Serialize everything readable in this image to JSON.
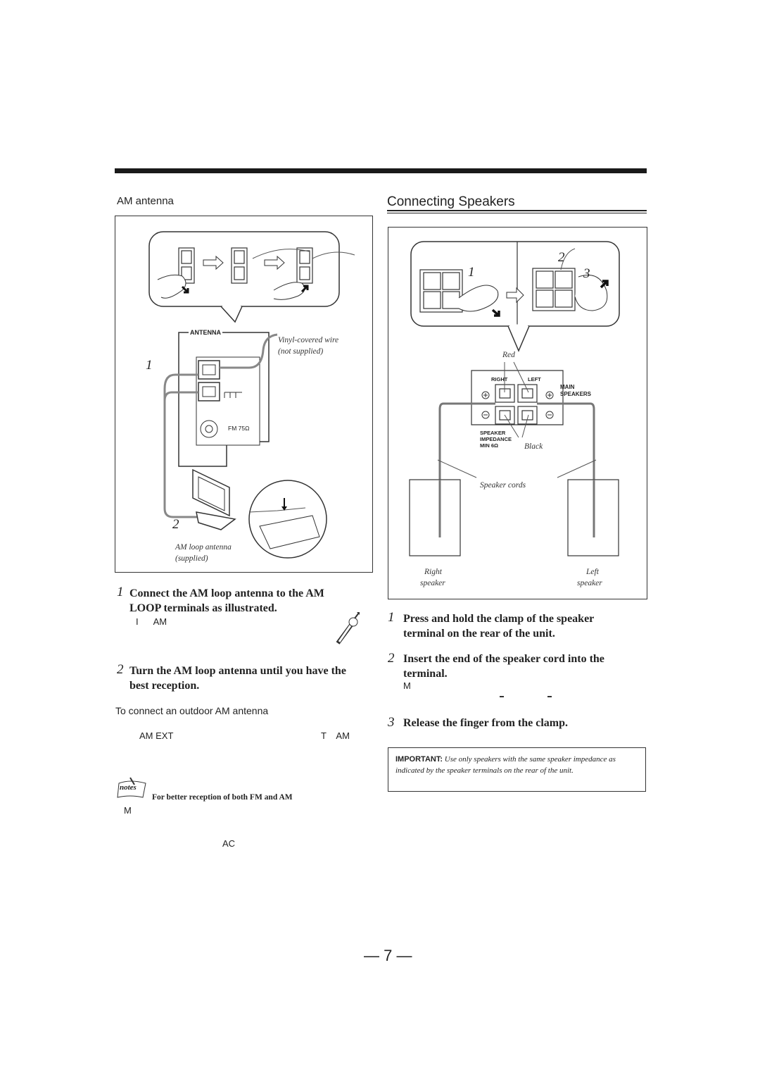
{
  "section_left_title": "AM antenna",
  "section_right_title": "Connecting Speakers",
  "left_figure": {
    "antenna_label": "ANTENNA",
    "vinyl_wire": "Vinyl-covered wire",
    "not_supplied": "(not supplied)",
    "fm_label": "FM 75Ω",
    "am_loop": "AM loop antenna",
    "supplied": "(supplied)",
    "step1": "1",
    "step2": "2"
  },
  "right_figure": {
    "step1": "1",
    "step2": "2",
    "step3": "3",
    "red": "Red",
    "black": "Black",
    "right_label": "RIGHT",
    "left_label": "LEFT",
    "main": "MAIN",
    "speakers": "SPEAKERS",
    "speaker": "SPEAKER",
    "impedance": "IMPEDANCE",
    "min": "MIN 6Ω",
    "speaker_cords": "Speaker cords",
    "right_speaker_1": "Right",
    "right_speaker_2": "speaker",
    "left_speaker_1": "Left",
    "left_speaker_2": "speaker"
  },
  "left_steps": [
    {
      "num": "1",
      "line1": "Connect the AM loop antenna to the AM",
      "line2": "LOOP terminals as illustrated."
    },
    {
      "num": "2",
      "line1": "Turn the AM loop antenna until you have the",
      "line2": "best reception."
    }
  ],
  "left_step1_sub": "I      AM",
  "outdoor_heading": "To connect an outdoor AM antenna",
  "outdoor_sub_a": "AM EXT",
  "outdoor_sub_b": "T    AM",
  "notes_label": "notes",
  "notes_text": "For better reception of both FM and AM",
  "notes_sub1": "M",
  "notes_sub2": "AC",
  "right_steps": [
    {
      "num": "1",
      "line1": "Press and hold the clamp of the speaker",
      "line2": "terminal on the rear of the unit."
    },
    {
      "num": "2",
      "line1": "Insert the end of the speaker cord into the",
      "line2": "terminal."
    },
    {
      "num": "3",
      "line1": "Release the finger from the clamp.",
      "line2": ""
    }
  ],
  "right_step2_sub": "M",
  "important_label": "IMPORTANT:",
  "important_text": "Use only speakers with the same speaker impedance as indicated by the speaker terminals on the rear of the unit.",
  "page_number": "— 7 —"
}
